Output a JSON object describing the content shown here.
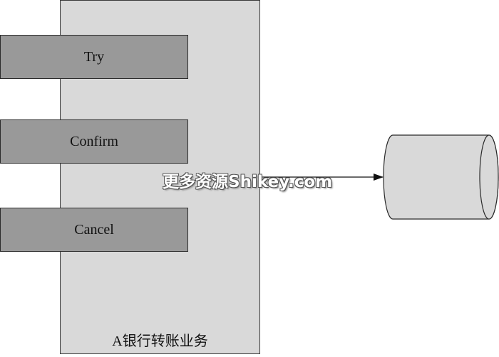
{
  "diagram": {
    "service_label": "A银行转账业务",
    "phases": [
      {
        "label": "Try"
      },
      {
        "label": "Confirm"
      },
      {
        "label": "Cancel"
      }
    ],
    "watermark": "更多资源Shikey.com"
  },
  "colors": {
    "panel_fill": "#d9d9d9",
    "phase_fill": "#999999",
    "database_fill": "#d9d9d9",
    "stroke": "#2a2a2a"
  }
}
